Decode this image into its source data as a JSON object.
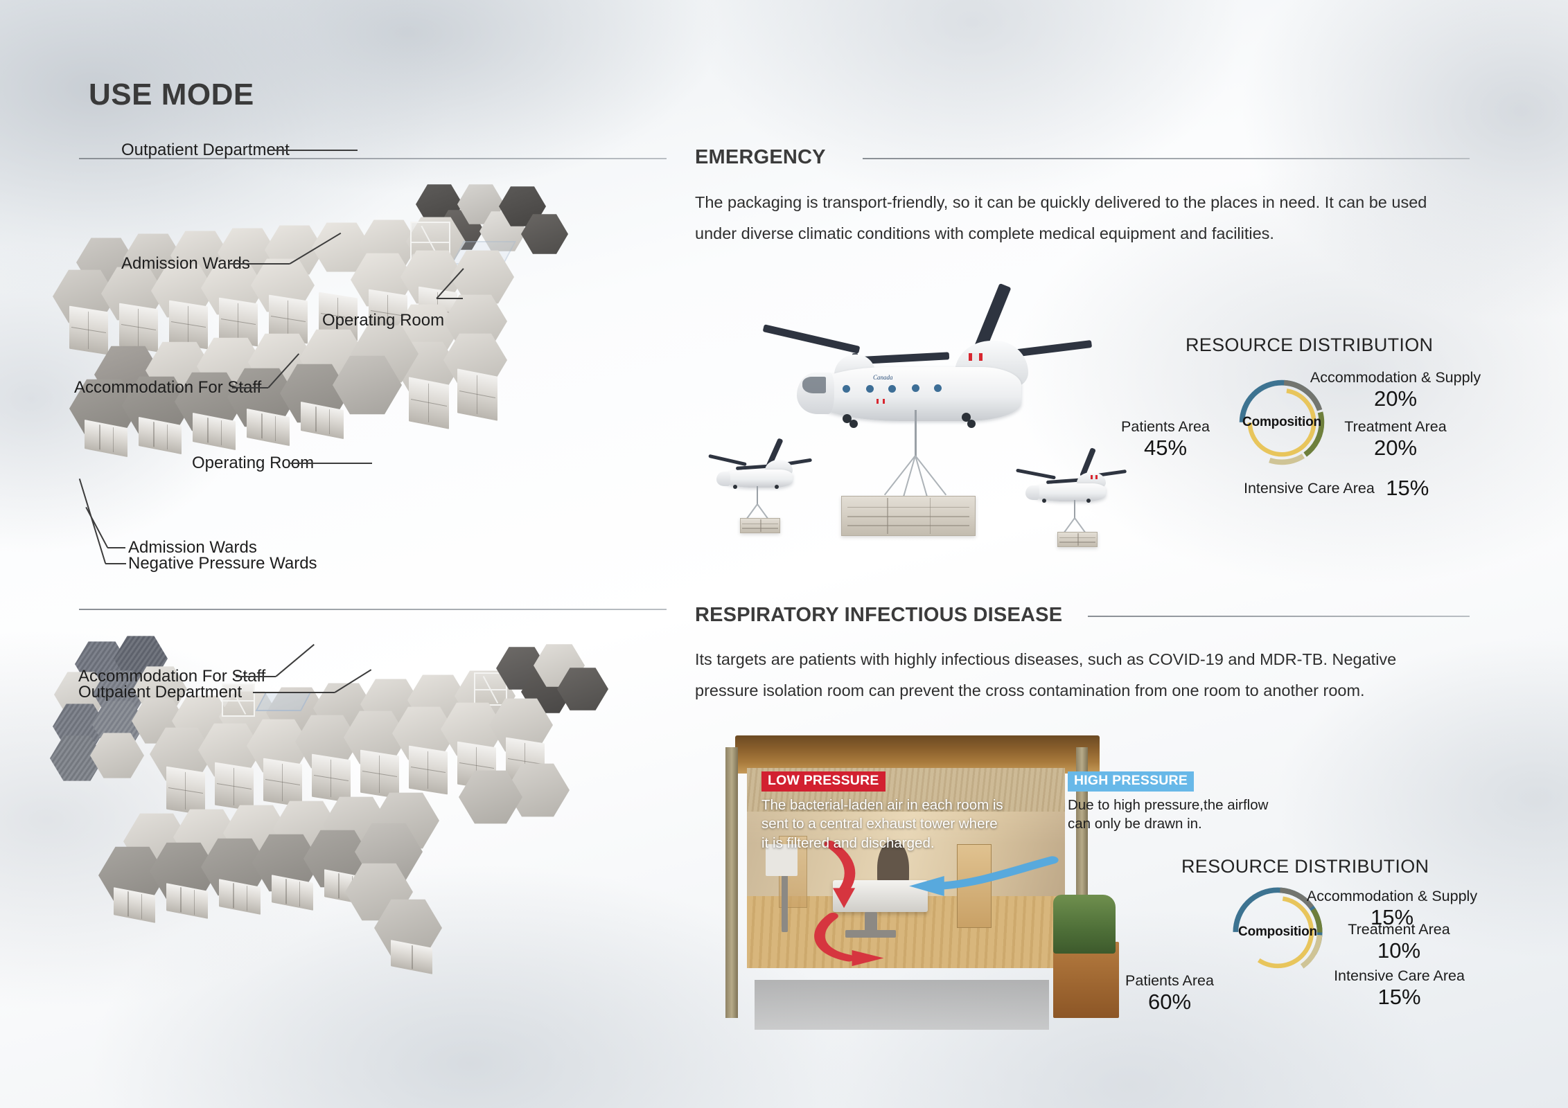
{
  "page": {
    "title": "USE MODE",
    "accent_dark": "#3a3a3a",
    "rule_color": "#8a8f95"
  },
  "sections": [
    {
      "id": "emergency",
      "heading": "EMERGENCY",
      "body": "The packaging is transport-friendly, so it can be quickly delivered to the places in need. It can be used under diverse climatic conditions with complete medical equipment and facilities.",
      "diagram_labels": [
        {
          "text": "Outpatient Department"
        },
        {
          "text": "Admission Wards"
        },
        {
          "text": "Operating Room"
        },
        {
          "text": "Accommodation For Staff"
        }
      ]
    },
    {
      "id": "respiratory",
      "heading": "RESPIRATORY INFECTIOUS DISEASE",
      "body": "Its targets are patients with highly infectious diseases, such as COVID-19 and MDR-TB. Negative pressure isolation room can prevent the cross contamination from one room to another room.",
      "diagram_labels": [
        {
          "text": "Operating Room"
        },
        {
          "text": "Admission Wards"
        },
        {
          "text": "Negative Pressure Wards"
        },
        {
          "text": "Accommodation For Staff"
        },
        {
          "text": "Outpaient Department"
        }
      ]
    }
  ],
  "pressure_panel": {
    "low": {
      "badge": "LOW PRESSURE",
      "badge_color": "#d22030",
      "caption": "The bacterial-laden air in each room is\nsent to a central exhaust tower where\nit is filtered and discharged."
    },
    "high": {
      "badge": "HIGH PRESSURE",
      "badge_color": "#68b8e8",
      "caption": "Due to high pressure,the airflow\ncan only be drawn in."
    }
  },
  "helicopter": {
    "livery_text": "Canada",
    "flag_name": "canadian-flag"
  },
  "chart_data": [
    {
      "id": "rd-emergency",
      "type": "pie",
      "title": "RESOURCE DISTRIBUTION",
      "center_label": "Composition",
      "unit": "%",
      "legend_position": "around",
      "categories": [
        "Patients Area",
        "Accommodation & Supply",
        "Treatment Area",
        "Intensive Care Area"
      ],
      "values": [
        45,
        20,
        20,
        15
      ],
      "colors": [
        "#3d7391",
        "#73756f",
        "#6e7f3c",
        "#cfc496"
      ],
      "inner_ring_color": "#e8c55c",
      "labels": {
        "patients_name": "Patients Area",
        "patients_value": "45",
        "accommodation_name": "Accommodation & Supply",
        "accommodation_value": "20",
        "treatment_name": "Treatment Area",
        "treatment_value": "20",
        "intensive_name": "Intensive Care Area",
        "intensive_value": "15"
      }
    },
    {
      "id": "rd-respiratory",
      "type": "pie",
      "title": "RESOURCE DISTRIBUTION",
      "center_label": "Composition",
      "unit": "%",
      "legend_position": "around",
      "categories": [
        "Patients Area",
        "Accommodation & Supply",
        "Treatment Area",
        "Intensive Care Area"
      ],
      "values": [
        60,
        15,
        10,
        15
      ],
      "colors": [
        "#3d7391",
        "#73756f",
        "#6e7f3c",
        "#cfc496"
      ],
      "inner_ring_color": "#e8c55c",
      "labels": {
        "patients_name": "Patients Area",
        "patients_value": "60",
        "accommodation_name": "Accommodation & Supply",
        "accommodation_value": "15",
        "treatment_name": "Treatment Area",
        "treatment_value": "10",
        "intensive_name": "Intensive Care Area",
        "intensive_value": "15"
      }
    }
  ]
}
